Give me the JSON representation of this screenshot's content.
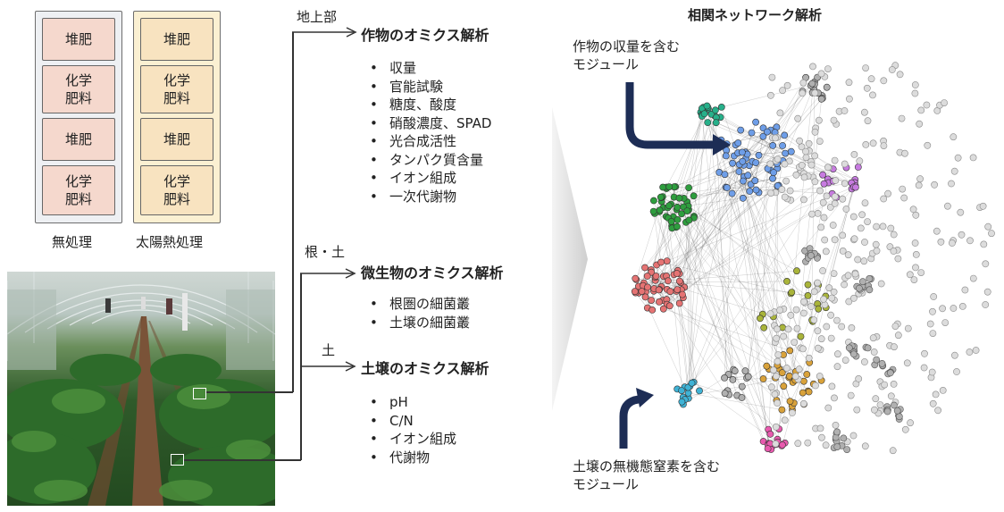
{
  "plots": {
    "untreated": [
      "堆肥",
      "化学\n肥料",
      "堆肥",
      "化学\n肥料"
    ],
    "solar": [
      "堆肥",
      "化学\n肥料",
      "堆肥",
      "化学\n肥料"
    ]
  },
  "treatments": {
    "untreated": "無処理",
    "solar": "太陽熱処理"
  },
  "branches": {
    "aboveground": "地上部",
    "root_soil": "根・土",
    "soil": "土"
  },
  "sections": [
    {
      "title": "作物のオミクス解析",
      "items": [
        "収量",
        "官能試験",
        "糖度、酸度",
        "硝酸濃度、SPAD",
        "光合成活性",
        "タンパク質含量",
        "イオン組成",
        "一次代謝物"
      ]
    },
    {
      "title": "微生物のオミクス解析",
      "items": [
        "根圏の細菌叢",
        "土壌の細菌叢"
      ]
    },
    {
      "title": "土壌のオミクス解析",
      "items": [
        "pH",
        "C/N",
        "イオン組成",
        "代謝物"
      ]
    }
  ],
  "network": {
    "title": "相関ネットワーク解析",
    "module_yield": "作物の収量を含む\nモジュール",
    "module_soil_n": "土壌の無機態窒素を含む\nモジュール",
    "colors": {
      "teal": "#27b08a",
      "green": "#2e9e3e",
      "red": "#e57373",
      "blue": "#6e9ee8",
      "purple": "#c77be0",
      "olive": "#a9b43a",
      "orange": "#d9a23a",
      "cyan": "#3fb3d6",
      "pink": "#e85aae",
      "gray": "#b0b0b0",
      "arrow": "#1d2d55"
    }
  }
}
